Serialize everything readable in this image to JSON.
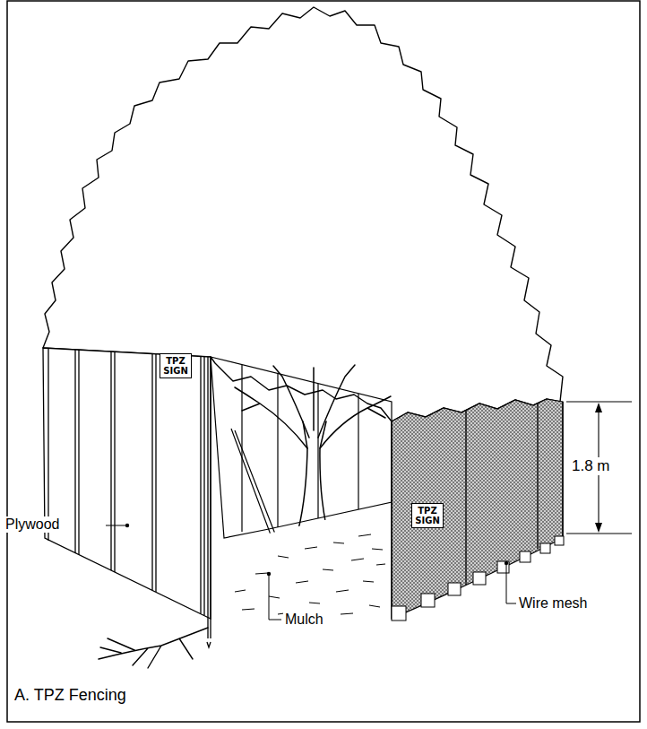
{
  "diagram": {
    "caption": "A. TPZ Fencing",
    "nodes": [
      {
        "text": [
          "TPZ SIGN"
        ]
      },
      {
        "text": [
          "TPZ SIGN"
        ]
      }
    ],
    "labels": [
      "1.8 m",
      "Plywood",
      "Mulch",
      "Wire mesh"
    ]
  }
}
